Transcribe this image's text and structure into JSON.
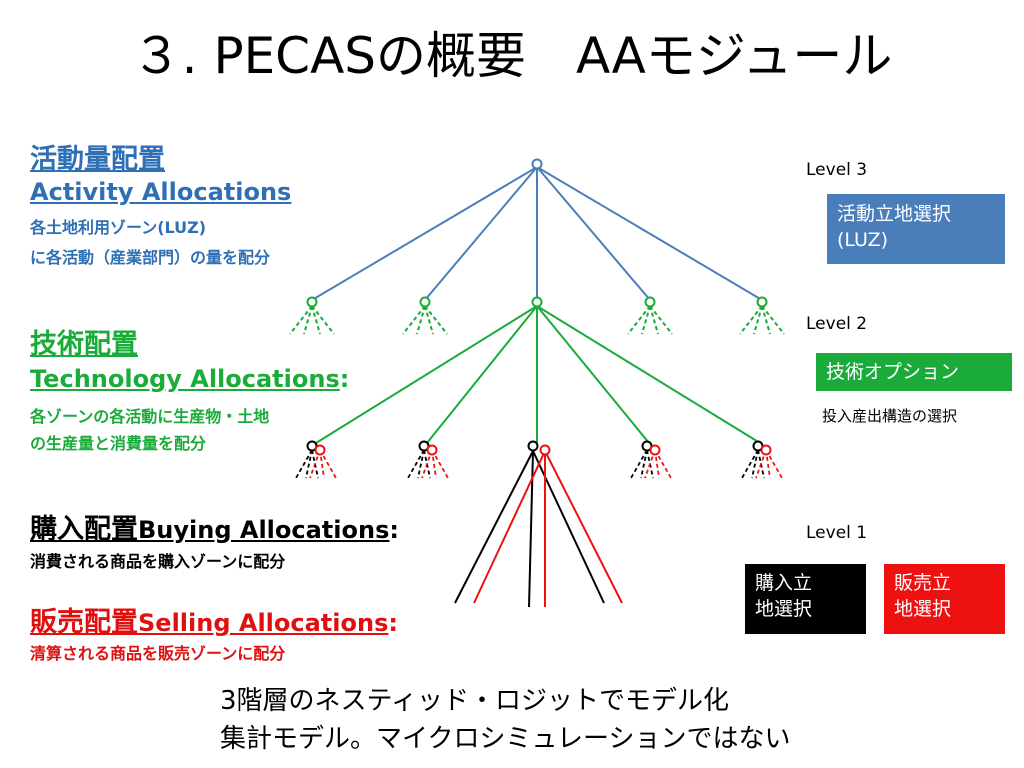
{
  "title": "３. PECASの概要　AAモジュール",
  "activity": {
    "jp": "活動量配置",
    "en": "Activity Allocations",
    "desc1": "各土地利用ゾーン(LUZ)",
    "desc2": "に各活動（産業部門）の量を配分"
  },
  "technology": {
    "jp": "技術配置",
    "en": "Technology Allocations",
    "en_colon": ":",
    "desc1": "各ゾーンの各活動に生産物・土地",
    "desc2": "の生産量と消費量を配分"
  },
  "buying": {
    "jp": "購入配置",
    "en": "Buying Allocations",
    "colon": ":",
    "desc": "消費される商品を購入ゾーンに配分"
  },
  "selling": {
    "jp": "販売配置",
    "en": "Selling Allocations",
    "colon": ":",
    "desc": "清算される商品を販売ゾーンに配分"
  },
  "levels": {
    "level3": "Level  3",
    "level2": "Level  2",
    "level1": "Level  1"
  },
  "boxes": {
    "level3_line1": "活動立地選択",
    "level3_line2": "(LUZ)",
    "level2": "技術オプション",
    "level2_sub": "投入産出構造の選択",
    "buy_line1": "購入立",
    "buy_line2": "地選択",
    "sell_line1": "販売立",
    "sell_line2": "地選択"
  },
  "footer": {
    "line1": "3階層のネスティッド・ロジットでモデル化",
    "line2": "集計モデル。マイクロシミュレーションではない"
  },
  "colors": {
    "blue": "#4a7ebb",
    "green": "#1aab3a",
    "red": "#ee1111",
    "black": "#000000"
  }
}
